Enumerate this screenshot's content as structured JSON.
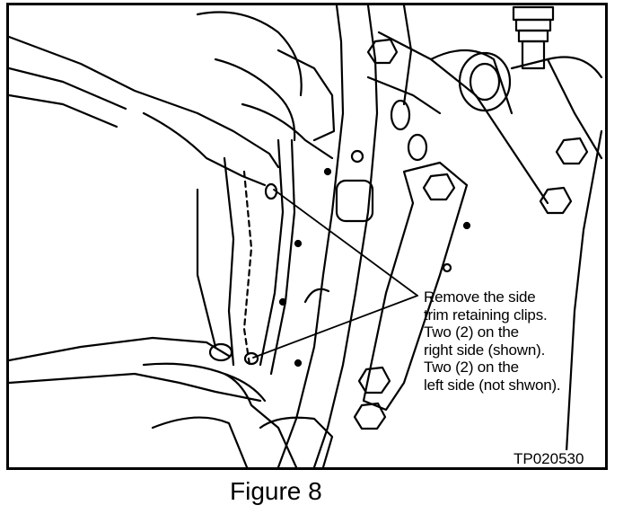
{
  "figure": {
    "callout_lines": [
      "Remove the side",
      "trim retaining clips.",
      "Two (2) on the",
      "right side (shown).",
      "Two (2) on the",
      "left side (not shwon)."
    ],
    "code": "TP020530",
    "caption": "Figure 8"
  }
}
